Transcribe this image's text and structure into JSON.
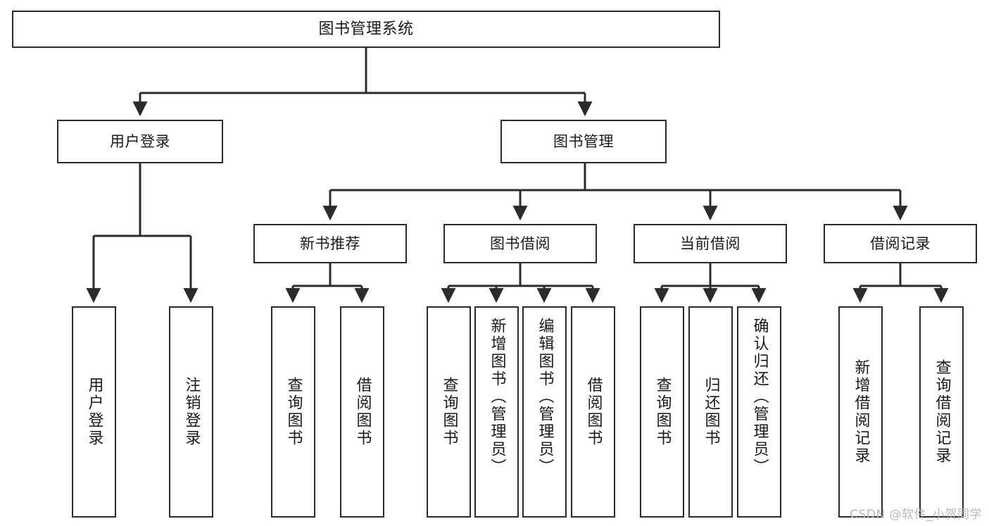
{
  "diagram": {
    "type": "tree-hierarchy-chart",
    "title": "图书管理系统",
    "orientation": "top-down",
    "colors": {
      "box_border": "#2b2b2b",
      "box_fill": "#ffffff",
      "edge": "#2b2b2b",
      "text": "#1a1a1a",
      "watermark": "#b9b9b9",
      "background": "#ffffff"
    }
  },
  "nodes": {
    "root": {
      "label": "图书管理系统"
    },
    "level1": [
      {
        "id": "user-login",
        "label": "用户登录"
      },
      {
        "id": "book-manage",
        "label": "图书管理"
      }
    ],
    "level2": [
      {
        "id": "new-book-recommend",
        "label": "新书推荐"
      },
      {
        "id": "book-borrow",
        "label": "图书借阅"
      },
      {
        "id": "current-borrow",
        "label": "当前借阅"
      },
      {
        "id": "borrow-record",
        "label": "借阅记录"
      }
    ],
    "leaves": {
      "user-login": [
        {
          "id": "leaf-user-login",
          "label": "用户登录"
        },
        {
          "id": "leaf-logout-login",
          "label": "注销登录"
        }
      ],
      "new-book-recommend": [
        {
          "id": "leaf-query-book-1",
          "label": "查询图书"
        },
        {
          "id": "leaf-borrow-book-1",
          "label": "借阅图书"
        }
      ],
      "book-borrow": [
        {
          "id": "leaf-query-book-2",
          "label": "查询图书"
        },
        {
          "id": "leaf-add-book-admin",
          "label": "新增图书（管理员）"
        },
        {
          "id": "leaf-edit-book-admin",
          "label": "编辑图书（管理员）"
        },
        {
          "id": "leaf-borrow-book-2",
          "label": "借阅图书"
        }
      ],
      "current-borrow": [
        {
          "id": "leaf-query-book-3",
          "label": "查询图书"
        },
        {
          "id": "leaf-return-book",
          "label": "归还图书"
        },
        {
          "id": "leaf-confirm-return-admin",
          "label": "确认归还（管理员）"
        }
      ],
      "borrow-record": [
        {
          "id": "leaf-add-borrow-record",
          "label": "新增借阅记录"
        },
        {
          "id": "leaf-query-borrow-record",
          "label": "查询借阅记录"
        }
      ]
    }
  },
  "watermark": {
    "text": "CSDN @软件_小贺同学"
  }
}
